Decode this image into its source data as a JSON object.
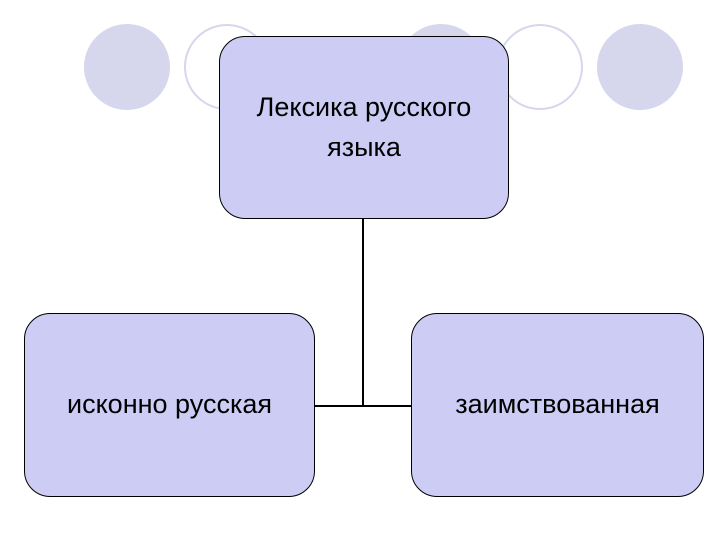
{
  "diagram": {
    "root": {
      "label_line1": "Лексика русского",
      "label_line2": "языка"
    },
    "children": [
      {
        "label": "исконно русская"
      },
      {
        "label": "заимствованная"
      }
    ]
  },
  "colors": {
    "node_fill": "#ccccf5",
    "node_border": "#000000",
    "decor_circle": "#d6d6ec",
    "connector": "#000000"
  }
}
